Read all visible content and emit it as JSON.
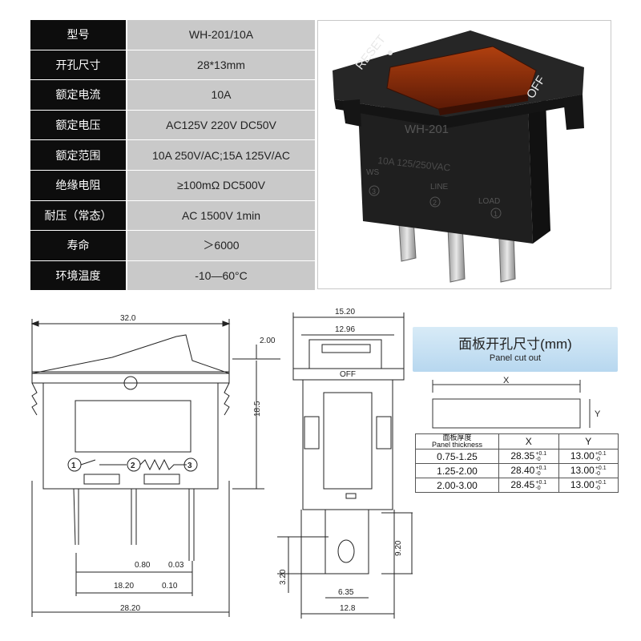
{
  "specs": [
    {
      "label": "型号",
      "value": "WH-201/10A"
    },
    {
      "label": "开孔尺寸",
      "value": "28*13mm"
    },
    {
      "label": "额定电流",
      "value": "10A"
    },
    {
      "label": "额定电压",
      "value": "AC125V  220V  DC50V"
    },
    {
      "label": "额定范围",
      "value": "10A 250V/AC;15A 125V/AC"
    },
    {
      "label": "绝缘电阻",
      "value": "≥100mΩ  DC500V"
    },
    {
      "label": "耐压（常态）",
      "value": "AC 1500V 1min"
    },
    {
      "label": "寿命",
      "value": "＞6000"
    },
    {
      "label": "环境温度",
      "value": "-10—60°C"
    }
  ],
  "photo": {
    "reset": "RESET",
    "off": "OFF",
    "model": "WH-201",
    "rating": "10A   125/250VAC",
    "ws": "WS",
    "line": "LINE",
    "load": "LOAD",
    "n1": "1",
    "n2": "2",
    "n3": "3",
    "rocker_color": "#8a2a0c",
    "body_color": "#1b1b1b"
  },
  "side_view": {
    "d_top": "32.0",
    "d_2_00": "2.00",
    "d_18_5": "18.5",
    "d_0_80": "0.80",
    "d_0_03": "0.03",
    "d_18_20": "18.20",
    "d_0_10": "0.10",
    "d_28_20": "28.20",
    "n1": "1",
    "n2": "2",
    "n3": "3"
  },
  "front_view": {
    "d_15_20": "15.20",
    "d_12_96": "12.96",
    "off": "OFF",
    "d_9_20": "9.20",
    "d_3_20": "3.20",
    "d_6_35": "6.35",
    "d_12_8": "12.8"
  },
  "cutout": {
    "title": "面板开孔尺寸(mm)",
    "subtitle": "Panel cut out",
    "x_label": "X",
    "y_label": "Y",
    "col_thickness_cn": "面板厚度",
    "col_thickness_en": "Panel thickness",
    "col_x": "X",
    "col_y": "Y",
    "rows": [
      {
        "t": "0.75-1.25",
        "x": "28.35",
        "y": "13.00"
      },
      {
        "t": "1.25-2.00",
        "x": "28.40",
        "y": "13.00"
      },
      {
        "t": "2.00-3.00",
        "x": "28.45",
        "y": "13.00"
      }
    ],
    "tol_plus": "+0.1",
    "tol_zero": "-0"
  }
}
